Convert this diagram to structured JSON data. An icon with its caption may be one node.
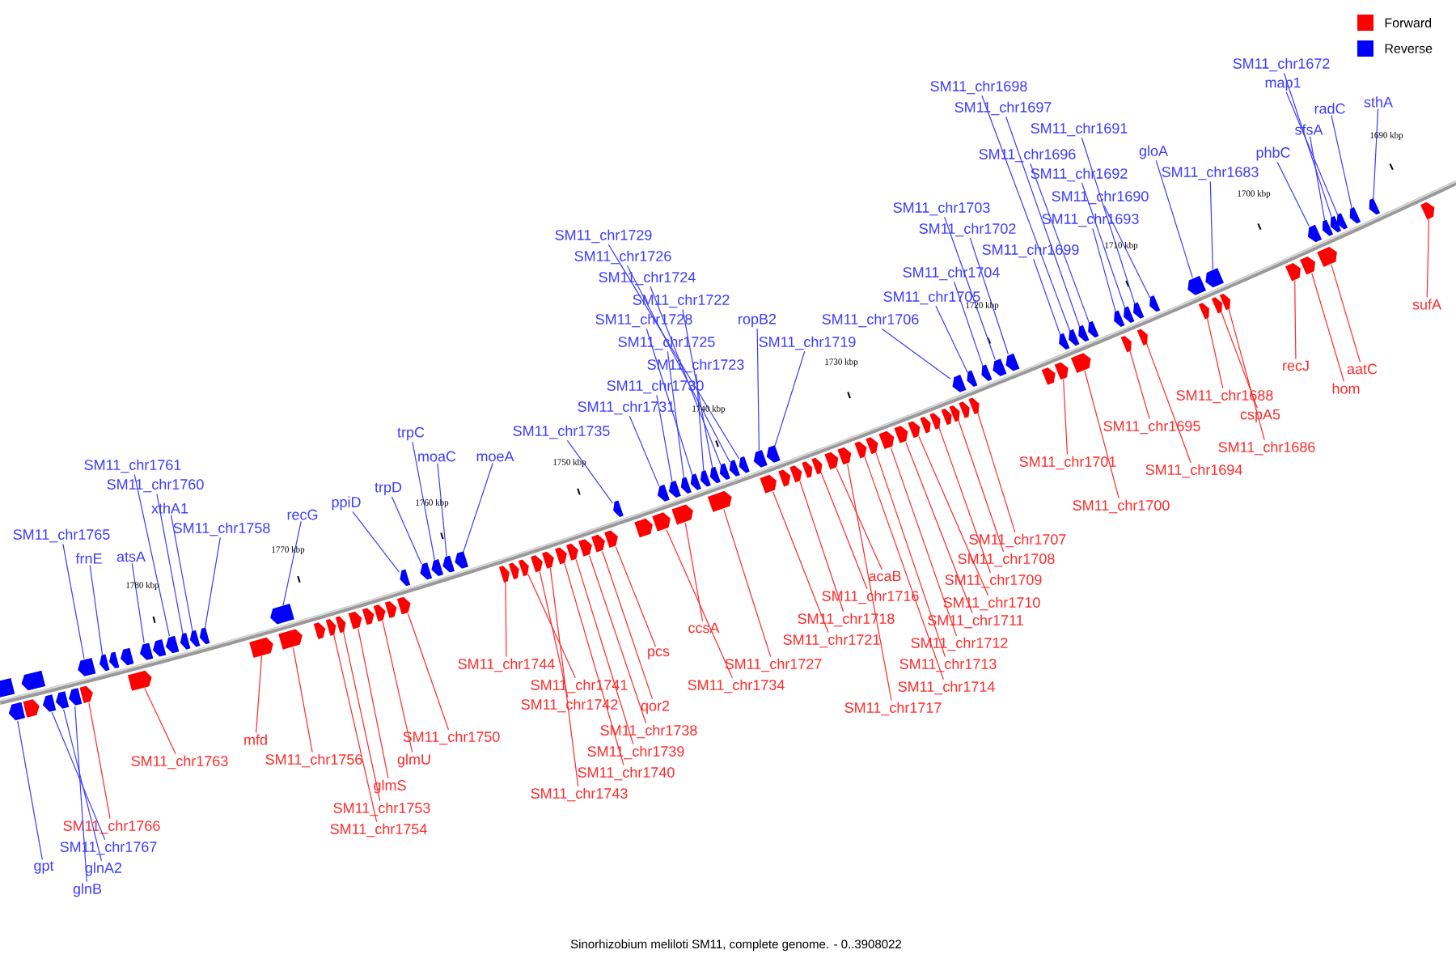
{
  "diagram": {
    "caption": "Sinorhizobium meliloti SM11, complete genome. - 0..3908022",
    "nodes": [
      {
        "text": [
          "SM11_chr1765"
        ]
      },
      {
        "text": [
          "frnE"
        ]
      },
      {
        "text": [
          "atsA"
        ]
      },
      {
        "text": [
          "SM11_chr1761"
        ]
      },
      {
        "text": [
          "SM11_chr1760"
        ]
      },
      {
        "text": [
          "xthA1"
        ]
      },
      {
        "text": [
          "SM11_chr1758"
        ]
      },
      {
        "text": [
          "recG"
        ]
      },
      {
        "text": [
          "ppiD"
        ]
      },
      {
        "text": [
          "trpD"
        ]
      },
      {
        "text": [
          "trpC"
        ]
      },
      {
        "text": [
          "moaC"
        ]
      },
      {
        "text": [
          "moeA"
        ]
      },
      {
        "text": [
          "SM11_chr1735"
        ]
      },
      {
        "text": [
          "SM11_chr1731"
        ]
      },
      {
        "text": [
          "SM11_chr1730"
        ]
      },
      {
        "text": [
          "SM11_chr1725"
        ]
      },
      {
        "text": [
          "SM11_chr1728"
        ]
      },
      {
        "text": [
          "SM11_chr1723"
        ]
      },
      {
        "text": [
          "SM11_chr1722"
        ]
      },
      {
        "text": [
          "SM11_chr1724"
        ]
      },
      {
        "text": [
          "SM11_chr1726"
        ]
      },
      {
        "text": [
          "SM11_chr1729"
        ]
      },
      {
        "text": [
          "ropB2"
        ]
      },
      {
        "text": [
          "SM11_chr1719"
        ]
      },
      {
        "text": [
          "SM11_chr1706"
        ]
      },
      {
        "text": [
          "SM11_chr1705"
        ]
      },
      {
        "text": [
          "SM11_chr1704"
        ]
      },
      {
        "text": [
          "SM11_chr1703"
        ]
      },
      {
        "text": [
          "SM11_chr1702"
        ]
      },
      {
        "text": [
          "SM11_chr1699"
        ]
      },
      {
        "text": [
          "SM11_chr1698"
        ]
      },
      {
        "text": [
          "SM11_chr1697"
        ]
      },
      {
        "text": [
          "SM11_chr1696"
        ]
      },
      {
        "text": [
          "SM11_chr1693"
        ]
      },
      {
        "text": [
          "SM11_chr1692"
        ]
      },
      {
        "text": [
          "SM11_chr1691"
        ]
      },
      {
        "text": [
          "SM11_chr1690"
        ]
      },
      {
        "text": [
          "gloA"
        ]
      },
      {
        "text": [
          "SM11_chr1683"
        ]
      },
      {
        "text": [
          "phbC"
        ]
      },
      {
        "text": [
          "sfsA"
        ]
      },
      {
        "text": [
          "SM11_chr1672"
        ]
      },
      {
        "text": [
          "map1"
        ]
      },
      {
        "text": [
          "radC"
        ]
      },
      {
        "text": [
          "sthA"
        ]
      },
      {
        "text": [
          "gpt"
        ]
      },
      {
        "text": [
          "SM11_chr1767"
        ]
      },
      {
        "text": [
          "glnA2"
        ]
      },
      {
        "text": [
          "glnB"
        ]
      },
      {
        "text": [
          "SM11_chr1766"
        ]
      },
      {
        "text": [
          "SM11_chr1763"
        ]
      },
      {
        "text": [
          "mfd"
        ]
      },
      {
        "text": [
          "SM11_chr1756"
        ]
      },
      {
        "text": [
          "SM11_chr1754"
        ]
      },
      {
        "text": [
          "SM11_chr1753"
        ]
      },
      {
        "text": [
          "glmS"
        ]
      },
      {
        "text": [
          "glmU"
        ]
      },
      {
        "text": [
          "SM11_chr1750"
        ]
      },
      {
        "text": [
          "SM11_chr1744"
        ]
      },
      {
        "text": [
          "SM11_chr1741"
        ]
      },
      {
        "text": [
          "SM11_chr1742"
        ]
      },
      {
        "text": [
          "SM11_chr1743"
        ]
      },
      {
        "text": [
          "SM11_chr1740"
        ]
      },
      {
        "text": [
          "SM11_chr1739"
        ]
      },
      {
        "text": [
          "SM11_chr1738"
        ]
      },
      {
        "text": [
          "qor2"
        ]
      },
      {
        "text": [
          "pcs"
        ]
      },
      {
        "text": [
          "SM11_chr1734"
        ]
      },
      {
        "text": [
          "ccsA"
        ]
      },
      {
        "text": [
          "SM11_chr1727"
        ]
      },
      {
        "text": [
          "SM11_chr1721"
        ]
      },
      {
        "text": [
          "SM11_chr1718"
        ]
      },
      {
        "text": [
          "SM11_chr1716"
        ]
      },
      {
        "text": [
          "acaB"
        ]
      },
      {
        "text": [
          "SM11_chr1717"
        ]
      },
      {
        "text": [
          "SM11_chr1714"
        ]
      },
      {
        "text": [
          "SM11_chr1713"
        ]
      },
      {
        "text": [
          "SM11_chr1712"
        ]
      },
      {
        "text": [
          "SM11_chr1711"
        ]
      },
      {
        "text": [
          "SM11_chr1710"
        ]
      },
      {
        "text": [
          "SM11_chr1709"
        ]
      },
      {
        "text": [
          "SM11_chr1708"
        ]
      },
      {
        "text": [
          "SM11_chr1707"
        ]
      },
      {
        "text": [
          "SM11_chr1701"
        ]
      },
      {
        "text": [
          "SM11_chr1700"
        ]
      },
      {
        "text": [
          "SM11_chr1695"
        ]
      },
      {
        "text": [
          "SM11_chr1694"
        ]
      },
      {
        "text": [
          "SM11_chr1688"
        ]
      },
      {
        "text": [
          "cspA5"
        ]
      },
      {
        "text": [
          "SM11_chr1686"
        ]
      },
      {
        "text": [
          "recJ"
        ]
      },
      {
        "text": [
          "hom"
        ]
      },
      {
        "text": [
          "aatC"
        ]
      },
      {
        "text": [
          "sufA"
        ]
      },
      {
        "text": [],
        "shape": "arrow"
      },
      {
        "text": [],
        "shape": "arrow"
      },
      {
        "text": [],
        "shape": "arrow"
      },
      {
        "text": [],
        "shape": "arrow"
      },
      {
        "text": [],
        "shape": "arrow"
      },
      {
        "text": [],
        "shape": "arrow"
      },
      {
        "text": [],
        "shape": "arrow"
      },
      {
        "text": [],
        "shape": "arrow"
      },
      {
        "text": [],
        "shape": "arrow"
      },
      {
        "text": [],
        "shape": "arrow"
      },
      {
        "text": [],
        "shape": "arrow"
      },
      {
        "text": [],
        "shape": "arrow"
      },
      {
        "text": [],
        "shape": "arrow"
      },
      {
        "text": [],
        "shape": "arrow"
      },
      {
        "text": [],
        "shape": "arrow"
      },
      {
        "text": [],
        "shape": "arrow"
      },
      {
        "text": [],
        "shape": "arrow"
      },
      {
        "text": [],
        "shape": "arrow"
      },
      {
        "text": [],
        "shape": "arrow"
      },
      {
        "text": [],
        "shape": "arrow"
      },
      {
        "text": [],
        "shape": "arrow"
      },
      {
        "text": [],
        "shape": "arrow"
      },
      {
        "text": [],
        "shape": "arrow"
      },
      {
        "text": [],
        "shape": "arrow"
      },
      {
        "text": [],
        "shape": "arrow"
      },
      {
        "text": [],
        "shape": "arrow"
      },
      {
        "text": [],
        "shape": "arrow"
      },
      {
        "text": [],
        "shape": "arrow"
      },
      {
        "text": [],
        "shape": "arrow"
      },
      {
        "text": [],
        "shape": "arrow"
      },
      {
        "text": [],
        "shape": "arrow"
      },
      {
        "text": [],
        "shape": "arrow"
      },
      {
        "text": [],
        "shape": "arrow"
      },
      {
        "text": [],
        "shape": "arrow"
      },
      {
        "text": [],
        "shape": "arrow"
      },
      {
        "text": [],
        "shape": "arrow"
      },
      {
        "text": [],
        "shape": "arrow"
      },
      {
        "text": [],
        "shape": "arrow"
      },
      {
        "text": [],
        "shape": "arrow"
      },
      {
        "text": [],
        "shape": "arrow"
      },
      {
        "text": [],
        "shape": "arrow"
      },
      {
        "text": [],
        "shape": "arrow"
      },
      {
        "text": [],
        "shape": "arrow"
      },
      {
        "text": [],
        "shape": "arrow"
      },
      {
        "text": [],
        "shape": "arrow"
      },
      {
        "text": [],
        "shape": "arrow"
      },
      {
        "text": [],
        "shape": "arrow"
      },
      {
        "text": [],
        "shape": "arrow"
      },
      {
        "text": [],
        "shape": "arrow"
      },
      {
        "text": [],
        "shape": "arrow"
      },
      {
        "text": [],
        "shape": "arrow"
      },
      {
        "text": [],
        "shape": "arrow"
      },
      {
        "text": [],
        "shape": "arrow"
      },
      {
        "text": [],
        "shape": "arrow"
      },
      {
        "text": [],
        "shape": "arrow"
      },
      {
        "text": [],
        "shape": "arrow"
      },
      {
        "text": [],
        "shape": "arrow"
      },
      {
        "text": [],
        "shape": "arrow"
      },
      {
        "text": [],
        "shape": "arrow"
      },
      {
        "text": [],
        "shape": "arrow"
      },
      {
        "text": [],
        "shape": "arrow"
      },
      {
        "text": [],
        "shape": "arrow"
      },
      {
        "text": [],
        "shape": "arrow"
      },
      {
        "text": [],
        "shape": "arrow"
      },
      {
        "text": [],
        "shape": "arrow"
      },
      {
        "text": [],
        "shape": "arrow"
      },
      {
        "text": [],
        "shape": "arrow"
      },
      {
        "text": [],
        "shape": "arrow"
      },
      {
        "text": [],
        "shape": "arrow"
      },
      {
        "text": [],
        "shape": "arrow"
      },
      {
        "text": [],
        "shape": "arrow"
      },
      {
        "text": [],
        "shape": "arrow"
      },
      {
        "text": [],
        "shape": "arrow"
      },
      {
        "text": [],
        "shape": "arrow"
      },
      {
        "text": [],
        "shape": "arrow"
      },
      {
        "text": [],
        "shape": "arrow"
      },
      {
        "text": [],
        "shape": "arrow"
      },
      {
        "text": [],
        "shape": "arrow"
      },
      {
        "text": [],
        "shape": "arrow"
      },
      {
        "text": [],
        "shape": "arrow"
      },
      {
        "text": [],
        "shape": "arrow"
      },
      {
        "text": [],
        "shape": "arrow"
      },
      {
        "text": [],
        "shape": "arrow"
      },
      {
        "text": [],
        "shape": "arrow"
      },
      {
        "text": [],
        "shape": "arrow"
      },
      {
        "text": [],
        "shape": "arrow"
      },
      {
        "text": [],
        "shape": "arrow"
      },
      {
        "text": [],
        "shape": "arrow"
      },
      {
        "text": [],
        "shape": "arrow"
      },
      {
        "text": [],
        "shape": "arrow"
      },
      {
        "text": [],
        "shape": "arrow"
      },
      {
        "text": [],
        "shape": "arrow"
      },
      {
        "text": [],
        "shape": "arrow"
      },
      {
        "text": [],
        "shape": "arrow"
      },
      {
        "text": [],
        "shape": "arrow"
      },
      {
        "text": [],
        "shape": "arrow"
      },
      {
        "text": [],
        "shape": "arrow"
      },
      {
        "text": [],
        "shape": "arrow"
      },
      {
        "text": [],
        "shape": "arrow"
      },
      {
        "text": [],
        "shape": "arrow"
      },
      {
        "text": [],
        "shape": "arrow"
      },
      {
        "text": [],
        "shape": "arrow"
      },
      {
        "text": [],
        "shape": "arrow"
      },
      {
        "text": [],
        "shape": "arrow"
      },
      {
        "text": [],
        "shape": "arrow"
      },
      {
        "text": [],
        "shape": "arrow"
      },
      {
        "text": [],
        "shape": "arrow"
      },
      {
        "text": [],
        "shape": "arrow"
      },
      {
        "text": [],
        "shape": "arrow"
      },
      {
        "text": [],
        "shape": "arrow"
      },
      {
        "text": [],
        "shape": "arrow"
      },
      {
        "text": [],
        "shape": "arrow"
      }
    ],
    "edges": [
      {
        "from": 0,
        "to": 95,
        "arrow": "none",
        "color": "#3c3cff"
      },
      {
        "from": 1,
        "to": 96,
        "arrow": "none",
        "color": "#3c3cff"
      },
      {
        "from": 2,
        "to": 97,
        "arrow": "none",
        "color": "#3c3cff"
      },
      {
        "from": 3,
        "to": 98,
        "arrow": "none",
        "color": "#3c3cff"
      },
      {
        "from": 4,
        "to": 99,
        "arrow": "none",
        "color": "#3c3cff"
      },
      {
        "from": 5,
        "to": 100,
        "arrow": "none",
        "color": "#3c3cff"
      },
      {
        "from": 6,
        "to": 101,
        "arrow": "none",
        "color": "#3c3cff"
      },
      {
        "from": 7,
        "to": 102,
        "arrow": "none",
        "color": "#3c3cff"
      },
      {
        "from": 8,
        "to": 103,
        "arrow": "none",
        "color": "#3c3cff"
      },
      {
        "from": 9,
        "to": 104,
        "arrow": "none",
        "color": "#3c3cff"
      },
      {
        "from": 10,
        "to": 105,
        "arrow": "none",
        "color": "#3c3cff"
      },
      {
        "from": 11,
        "to": 106,
        "arrow": "none",
        "color": "#3c3cff"
      },
      {
        "from": 12,
        "to": 107,
        "arrow": "none",
        "color": "#3c3cff"
      },
      {
        "from": 13,
        "to": 108,
        "arrow": "none",
        "color": "#3c3cff"
      },
      {
        "from": 14,
        "to": 109,
        "arrow": "none",
        "color": "#3c3cff"
      },
      {
        "from": 15,
        "to": 110,
        "arrow": "none",
        "color": "#3c3cff"
      },
      {
        "from": 16,
        "to": 111,
        "arrow": "none",
        "color": "#3c3cff"
      },
      {
        "from": 17,
        "to": 112,
        "arrow": "none",
        "color": "#3c3cff"
      },
      {
        "from": 18,
        "to": 113,
        "arrow": "none",
        "color": "#3c3cff"
      },
      {
        "from": 19,
        "to": 114,
        "arrow": "none",
        "color": "#3c3cff"
      },
      {
        "from": 20,
        "to": 115,
        "arrow": "none",
        "color": "#3c3cff"
      },
      {
        "from": 21,
        "to": 116,
        "arrow": "none",
        "color": "#3c3cff"
      },
      {
        "from": 22,
        "to": 117,
        "arrow": "none",
        "color": "#3c3cff"
      },
      {
        "from": 23,
        "to": 118,
        "arrow": "none",
        "color": "#3c3cff"
      },
      {
        "from": 24,
        "to": 119,
        "arrow": "none",
        "color": "#3c3cff"
      },
      {
        "from": 25,
        "to": 120,
        "arrow": "none",
        "color": "#3c3cff"
      },
      {
        "from": 26,
        "to": 121,
        "arrow": "none",
        "color": "#3c3cff"
      },
      {
        "from": 27,
        "to": 122,
        "arrow": "none",
        "color": "#3c3cff"
      },
      {
        "from": 28,
        "to": 123,
        "arrow": "none",
        "color": "#3c3cff"
      },
      {
        "from": 29,
        "to": 124,
        "arrow": "none",
        "color": "#3c3cff"
      },
      {
        "from": 30,
        "to": 125,
        "arrow": "none",
        "color": "#3c3cff"
      },
      {
        "from": 31,
        "to": 126,
        "arrow": "none",
        "color": "#3c3cff"
      },
      {
        "from": 32,
        "to": 127,
        "arrow": "none",
        "color": "#3c3cff"
      },
      {
        "from": 33,
        "to": 128,
        "arrow": "none",
        "color": "#3c3cff"
      },
      {
        "from": 34,
        "to": 129,
        "arrow": "none",
        "color": "#3c3cff"
      },
      {
        "from": 35,
        "to": 130,
        "arrow": "none",
        "color": "#3c3cff"
      },
      {
        "from": 36,
        "to": 131,
        "arrow": "none",
        "color": "#3c3cff"
      },
      {
        "from": 37,
        "to": 132,
        "arrow": "none",
        "color": "#3c3cff"
      },
      {
        "from": 38,
        "to": 133,
        "arrow": "none",
        "color": "#3c3cff"
      },
      {
        "from": 39,
        "to": 134,
        "arrow": "none",
        "color": "#3c3cff"
      },
      {
        "from": 40,
        "to": 135,
        "arrow": "none",
        "color": "#3c3cff"
      },
      {
        "from": 41,
        "to": 136,
        "arrow": "none",
        "color": "#3c3cff"
      },
      {
        "from": 42,
        "to": 137,
        "arrow": "none",
        "color": "#3c3cff"
      },
      {
        "from": 43,
        "to": 138,
        "arrow": "none",
        "color": "#3c3cff"
      },
      {
        "from": 44,
        "to": 139,
        "arrow": "none",
        "color": "#3c3cff"
      },
      {
        "from": 45,
        "to": 140,
        "arrow": "none",
        "color": "#3c3cff"
      },
      {
        "from": 46,
        "to": 141,
        "arrow": "none",
        "color": "#3c3cff"
      },
      {
        "from": 47,
        "to": 142,
        "arrow": "none",
        "color": "#3c3cff"
      },
      {
        "from": 48,
        "to": 143,
        "arrow": "none",
        "color": "#3c3cff"
      },
      {
        "from": 49,
        "to": 144,
        "arrow": "none",
        "color": "#3c3cff"
      },
      {
        "from": 50,
        "to": 145,
        "arrow": "none",
        "color": "#ff2a2a"
      },
      {
        "from": 51,
        "to": 146,
        "arrow": "none",
        "color": "#ff2a2a"
      },
      {
        "from": 52,
        "to": 147,
        "arrow": "none",
        "color": "#ff2a2a"
      },
      {
        "from": 53,
        "to": 148,
        "arrow": "none",
        "color": "#ff2a2a"
      },
      {
        "from": 54,
        "to": 149,
        "arrow": "none",
        "color": "#ff2a2a"
      },
      {
        "from": 55,
        "to": 150,
        "arrow": "none",
        "color": "#ff2a2a"
      },
      {
        "from": 56,
        "to": 151,
        "arrow": "none",
        "color": "#ff2a2a"
      },
      {
        "from": 57,
        "to": 152,
        "arrow": "none",
        "color": "#ff2a2a"
      },
      {
        "from": 58,
        "to": 153,
        "arrow": "none",
        "color": "#ff2a2a"
      },
      {
        "from": 59,
        "to": 154,
        "arrow": "none",
        "color": "#ff2a2a"
      },
      {
        "from": 60,
        "to": 155,
        "arrow": "none",
        "color": "#ff2a2a"
      },
      {
        "from": 61,
        "to": 156,
        "arrow": "none",
        "color": "#ff2a2a"
      },
      {
        "from": 62,
        "to": 157,
        "arrow": "none",
        "color": "#ff2a2a"
      },
      {
        "from": 63,
        "to": 158,
        "arrow": "none",
        "color": "#ff2a2a"
      },
      {
        "from": 64,
        "to": 159,
        "arrow": "none",
        "color": "#ff2a2a"
      },
      {
        "from": 65,
        "to": 160,
        "arrow": "none",
        "color": "#ff2a2a"
      },
      {
        "from": 66,
        "to": 161,
        "arrow": "none",
        "color": "#ff2a2a"
      },
      {
        "from": 67,
        "to": 162,
        "arrow": "none",
        "color": "#ff2a2a"
      },
      {
        "from": 68,
        "to": 163,
        "arrow": "none",
        "color": "#ff2a2a"
      },
      {
        "from": 69,
        "to": 164,
        "arrow": "none",
        "color": "#ff2a2a"
      },
      {
        "from": 70,
        "to": 165,
        "arrow": "none",
        "color": "#ff2a2a"
      },
      {
        "from": 71,
        "to": 166,
        "arrow": "none",
        "color": "#ff2a2a"
      },
      {
        "from": 72,
        "to": 167,
        "arrow": "none",
        "color": "#ff2a2a"
      },
      {
        "from": 73,
        "to": 168,
        "arrow": "none",
        "color": "#ff2a2a"
      },
      {
        "from": 74,
        "to": 169,
        "arrow": "none",
        "color": "#ff2a2a"
      },
      {
        "from": 75,
        "to": 170,
        "arrow": "none",
        "color": "#ff2a2a"
      },
      {
        "from": 76,
        "to": 171,
        "arrow": "none",
        "color": "#ff2a2a"
      },
      {
        "from": 77,
        "to": 172,
        "arrow": "none",
        "color": "#ff2a2a"
      },
      {
        "from": 78,
        "to": 173,
        "arrow": "none",
        "color": "#ff2a2a"
      },
      {
        "from": 79,
        "to": 174,
        "arrow": "none",
        "color": "#ff2a2a"
      },
      {
        "from": 80,
        "to": 175,
        "arrow": "none",
        "color": "#ff2a2a"
      },
      {
        "from": 81,
        "to": 176,
        "arrow": "none",
        "color": "#ff2a2a"
      },
      {
        "from": 82,
        "to": 177,
        "arrow": "none",
        "color": "#ff2a2a"
      },
      {
        "from": 83,
        "to": 178,
        "arrow": "none",
        "color": "#ff2a2a"
      },
      {
        "from": 84,
        "to": 179,
        "arrow": "none",
        "color": "#ff2a2a"
      },
      {
        "from": 85,
        "to": 180,
        "arrow": "none",
        "color": "#ff2a2a"
      },
      {
        "from": 86,
        "to": 181,
        "arrow": "none",
        "color": "#ff2a2a"
      },
      {
        "from": 87,
        "to": 182,
        "arrow": "none",
        "color": "#ff2a2a"
      },
      {
        "from": 88,
        "to": 183,
        "arrow": "none",
        "color": "#ff2a2a"
      },
      {
        "from": 89,
        "to": 184,
        "arrow": "none",
        "color": "#ff2a2a"
      },
      {
        "from": 90,
        "to": 185,
        "arrow": "none",
        "color": "#ff2a2a"
      },
      {
        "from": 91,
        "to": 186,
        "arrow": "none",
        "color": "#ff2a2a"
      },
      {
        "from": 92,
        "to": 187,
        "arrow": "none",
        "color": "#ff2a2a"
      },
      {
        "from": 93,
        "to": 188,
        "arrow": "none",
        "color": "#ff2a2a"
      },
      {
        "from": 94,
        "to": 189,
        "arrow": "none",
        "color": "#ff2a2a"
      }
    ],
    "labels": [
      "1690 kbp",
      "1700 kbp",
      "1710 kbp",
      "1720 kbp",
      "1730 kbp",
      "1740 kbp",
      "1750 kbp",
      "1760 kbp",
      "1770 kbp",
      "1780 kbp"
    ],
    "legend": [
      {
        "text": "Forward",
        "color": "#ff0000"
      },
      {
        "text": "Reverse",
        "color": "#0000ff"
      }
    ]
  }
}
